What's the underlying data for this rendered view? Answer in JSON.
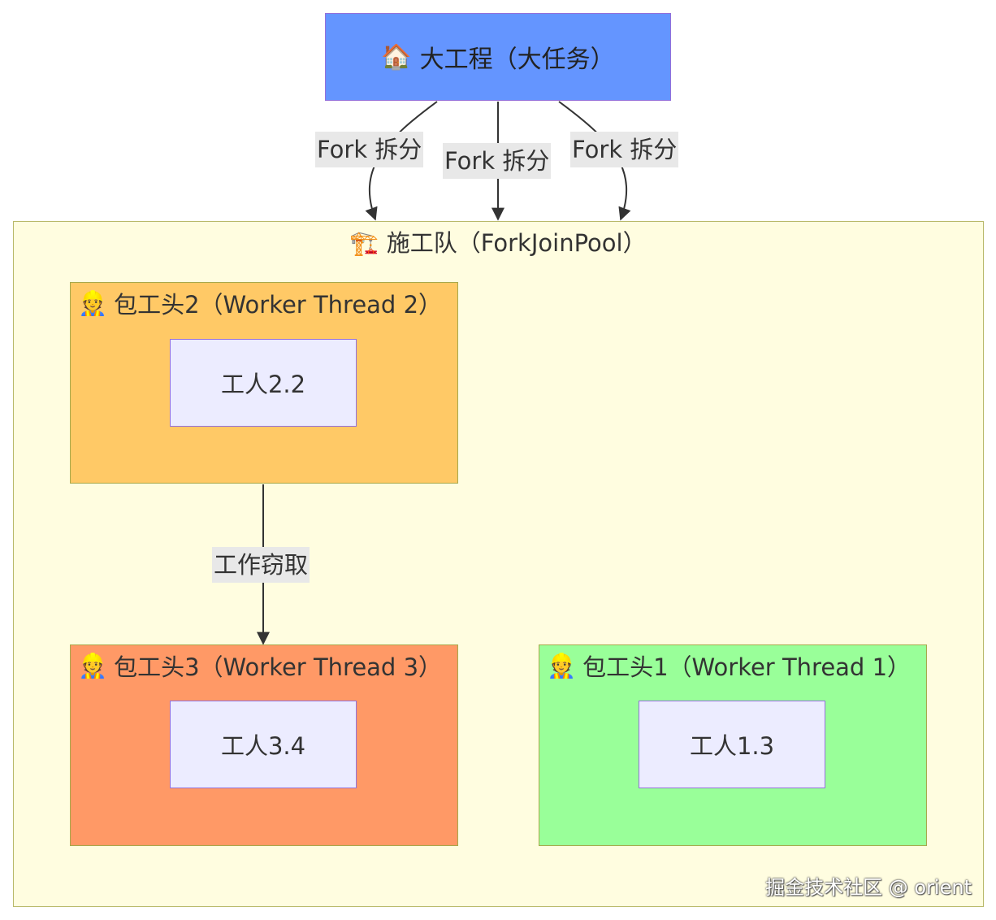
{
  "top_node": {
    "icon": "🏠",
    "label": "大工程（大任务）"
  },
  "fork_edges": [
    {
      "label": "Fork 拆分"
    },
    {
      "label": "Fork 拆分"
    },
    {
      "label": "Fork 拆分"
    }
  ],
  "pool": {
    "icon": "🏗️",
    "label": "施工队（ForkJoinPool）"
  },
  "groups": {
    "foreman2": {
      "icon": "👷",
      "label": "包工头2（Worker Thread 2）",
      "worker": "工人2.2",
      "color": "#ffc966"
    },
    "foreman3": {
      "icon": "👷",
      "label": "包工头3（Worker Thread 3）",
      "worker": "工人3.4",
      "color": "#ff9966"
    },
    "foreman1": {
      "icon": "👷",
      "label": "包工头1（Worker Thread 1）",
      "worker": "工人1.3",
      "color": "#99ff99"
    }
  },
  "steal_edge": {
    "label": "工作窃取"
  },
  "watermark": "掘金技术社区 @ orient"
}
